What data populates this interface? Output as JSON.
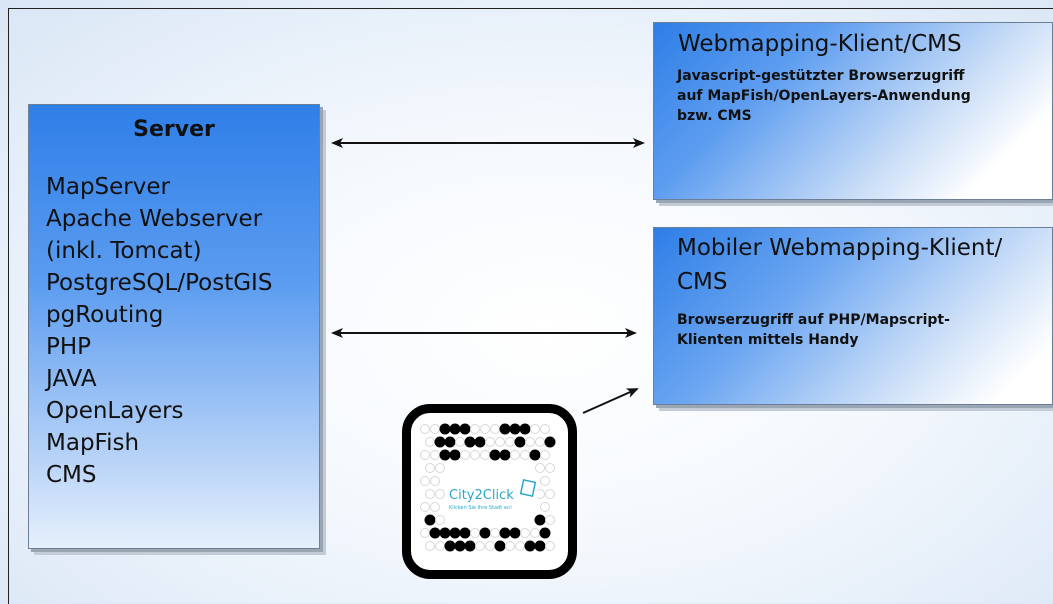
{
  "server": {
    "title": "Server",
    "items": [
      "MapServer",
      "Apache Webserver",
      "(inkl. Tomcat)",
      "PostgreSQL/PostGIS",
      "pgRouting",
      "PHP",
      "JAVA",
      "OpenLayers",
      "MapFish",
      "CMS"
    ]
  },
  "client1": {
    "title": "Webmapping-Klient/CMS",
    "desc_lines": [
      "Javascript-gestützter Browserzugriff",
      "auf MapFish/OpenLayers-Anwendung",
      "bzw. CMS"
    ]
  },
  "client2": {
    "title_lines": [
      "Mobiler Webmapping-Klient/",
      "CMS"
    ],
    "desc_lines": [
      "Browserzugriff auf PHP/Mapscript-",
      "Klienten mittels Handy"
    ]
  },
  "qr": {
    "logo_text": "City2Click",
    "logo_subtext": "Klicken Sie Ihre Stadt an!"
  },
  "colors": {
    "box_blue": "#2f7fe8",
    "arrow": "#111111",
    "qr_logo": "#2aa8c9"
  }
}
